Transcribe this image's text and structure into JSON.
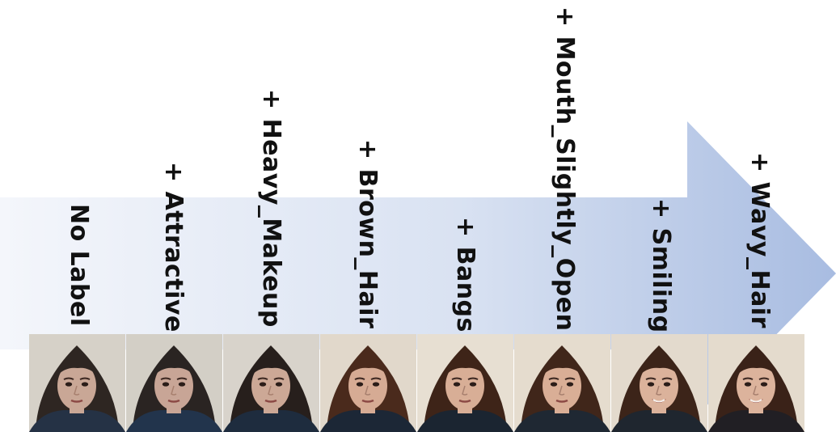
{
  "labels": [
    "No Label",
    "+ Attractive",
    "+ Heavy_Makeup",
    "+ Brown_Hair",
    "+ Bangs",
    "+ Mouth_Slightly_Open",
    "+ Smiling",
    "+ Wavy_Hair"
  ],
  "faces": [
    {
      "attribute": "No Label",
      "hair_color": "#2e2622",
      "background": "#d6d1c8",
      "skin": "#c9a796",
      "clothing": "#253245",
      "smiling": false
    },
    {
      "attribute": "Attractive",
      "hair_color": "#2a2422",
      "background": "#d3cfc6",
      "skin": "#c8a596",
      "clothing": "#22344c",
      "smiling": false
    },
    {
      "attribute": "Heavy_Makeup",
      "hair_color": "#271f1c",
      "background": "#d8d3cb",
      "skin": "#cca896",
      "clothing": "#1e2c3e",
      "smiling": false
    },
    {
      "attribute": "Brown_Hair",
      "hair_color": "#4a2a1c",
      "background": "#e1d8cb",
      "skin": "#d6ab94",
      "clothing": "#1c2736",
      "smiling": false
    },
    {
      "attribute": "Bangs",
      "hair_color": "#3e2418",
      "background": "#e7dfd2",
      "skin": "#d8ae96",
      "clothing": "#1b2531",
      "smiling": false
    },
    {
      "attribute": "Mouth_Slightly_Open",
      "hair_color": "#40261a",
      "background": "#e5dcce",
      "skin": "#d9ae96",
      "clothing": "#1f2833",
      "smiling": false
    },
    {
      "attribute": "Smiling",
      "hair_color": "#3c2419",
      "background": "#e3dacd",
      "skin": "#dbb29b",
      "clothing": "#1f262f",
      "smiling": true
    },
    {
      "attribute": "Wavy_Hair",
      "hair_color": "#3a2218",
      "background": "#e4dbcd",
      "skin": "#dcb39c",
      "clothing": "#211f24",
      "smiling": true
    }
  ],
  "colors": {
    "arrow_start": "#f1f4fb",
    "arrow_end": "#a9bde2",
    "text": "#111111"
  }
}
